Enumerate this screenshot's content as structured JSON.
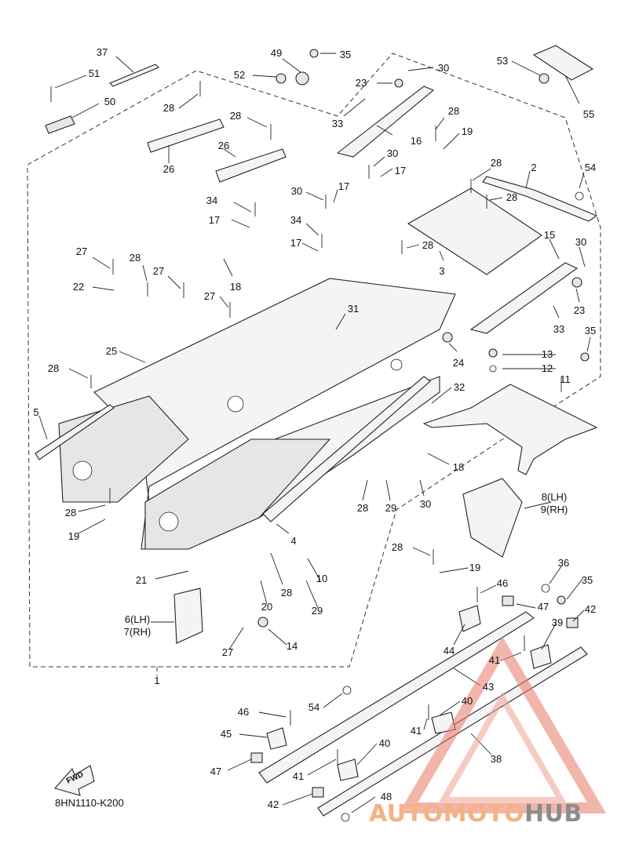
{
  "diagram": {
    "code": "8HN1110-K200",
    "fwd_label": "FWD",
    "watermark": {
      "part_a": "AUTOMOTO",
      "part_b": "HUB"
    },
    "callouts": [
      {
        "id": "37",
        "label": "37"
      },
      {
        "id": "49",
        "label": "49"
      },
      {
        "id": "35a",
        "label": "35"
      },
      {
        "id": "53",
        "label": "53"
      },
      {
        "id": "51",
        "label": "51"
      },
      {
        "id": "52",
        "label": "52"
      },
      {
        "id": "30a",
        "label": "30"
      },
      {
        "id": "23a",
        "label": "23"
      },
      {
        "id": "55",
        "label": "55"
      },
      {
        "id": "50",
        "label": "50"
      },
      {
        "id": "28a",
        "label": "28"
      },
      {
        "id": "33a",
        "label": "33"
      },
      {
        "id": "28b",
        "label": "28"
      },
      {
        "id": "28c",
        "label": "28"
      },
      {
        "id": "16",
        "label": "16"
      },
      {
        "id": "19a",
        "label": "19"
      },
      {
        "id": "26a",
        "label": "26"
      },
      {
        "id": "26b",
        "label": "26"
      },
      {
        "id": "30b",
        "label": "30"
      },
      {
        "id": "17a",
        "label": "17"
      },
      {
        "id": "28d",
        "label": "28"
      },
      {
        "id": "2",
        "label": "2"
      },
      {
        "id": "54a",
        "label": "54"
      },
      {
        "id": "30c",
        "label": "30"
      },
      {
        "id": "17b",
        "label": "17"
      },
      {
        "id": "28e",
        "label": "28"
      },
      {
        "id": "34a",
        "label": "34"
      },
      {
        "id": "17c",
        "label": "17"
      },
      {
        "id": "34b",
        "label": "34"
      },
      {
        "id": "15",
        "label": "15"
      },
      {
        "id": "30d",
        "label": "30"
      },
      {
        "id": "17d",
        "label": "17"
      },
      {
        "id": "28f",
        "label": "28"
      },
      {
        "id": "18a",
        "label": "18"
      },
      {
        "id": "27a",
        "label": "27"
      },
      {
        "id": "28g",
        "label": "28"
      },
      {
        "id": "3",
        "label": "3"
      },
      {
        "id": "27b",
        "label": "27"
      },
      {
        "id": "22",
        "label": "22"
      },
      {
        "id": "23b",
        "label": "23"
      },
      {
        "id": "27c",
        "label": "27"
      },
      {
        "id": "33b",
        "label": "33"
      },
      {
        "id": "31",
        "label": "31"
      },
      {
        "id": "35b",
        "label": "35"
      },
      {
        "id": "25",
        "label": "25"
      },
      {
        "id": "24",
        "label": "24"
      },
      {
        "id": "13",
        "label": "13"
      },
      {
        "id": "12",
        "label": "12"
      },
      {
        "id": "28h",
        "label": "28"
      },
      {
        "id": "11",
        "label": "11"
      },
      {
        "id": "32",
        "label": "32"
      },
      {
        "id": "5",
        "label": "5"
      },
      {
        "id": "18b",
        "label": "18"
      },
      {
        "id": "28i",
        "label": "28"
      },
      {
        "id": "29a",
        "label": "29"
      },
      {
        "id": "30e",
        "label": "30"
      },
      {
        "id": "8",
        "label": "8(LH)"
      },
      {
        "id": "9",
        "label": "9(RH)"
      },
      {
        "id": "28j",
        "label": "28"
      },
      {
        "id": "19b",
        "label": "19"
      },
      {
        "id": "4",
        "label": "4"
      },
      {
        "id": "28k",
        "label": "28"
      },
      {
        "id": "19c",
        "label": "19"
      },
      {
        "id": "10",
        "label": "10"
      },
      {
        "id": "36",
        "label": "36"
      },
      {
        "id": "21",
        "label": "21"
      },
      {
        "id": "28l",
        "label": "28"
      },
      {
        "id": "35c",
        "label": "35"
      },
      {
        "id": "46a",
        "label": "46"
      },
      {
        "id": "20",
        "label": "20"
      },
      {
        "id": "47a",
        "label": "47"
      },
      {
        "id": "42a",
        "label": "42"
      },
      {
        "id": "6",
        "label": "6(LH)"
      },
      {
        "id": "7",
        "label": "7(RH)"
      },
      {
        "id": "29b",
        "label": "29"
      },
      {
        "id": "39",
        "label": "39"
      },
      {
        "id": "14",
        "label": "14"
      },
      {
        "id": "44",
        "label": "44"
      },
      {
        "id": "27d",
        "label": "27"
      },
      {
        "id": "41a",
        "label": "41"
      },
      {
        "id": "1",
        "label": "1"
      },
      {
        "id": "43",
        "label": "43"
      },
      {
        "id": "40a",
        "label": "40"
      },
      {
        "id": "54b",
        "label": "54"
      },
      {
        "id": "46b",
        "label": "46"
      },
      {
        "id": "41b",
        "label": "41"
      },
      {
        "id": "45",
        "label": "45"
      },
      {
        "id": "38",
        "label": "38"
      },
      {
        "id": "40b",
        "label": "40"
      },
      {
        "id": "47b",
        "label": "47"
      },
      {
        "id": "41c",
        "label": "41"
      },
      {
        "id": "42b",
        "label": "42"
      },
      {
        "id": "48",
        "label": "48"
      }
    ]
  }
}
